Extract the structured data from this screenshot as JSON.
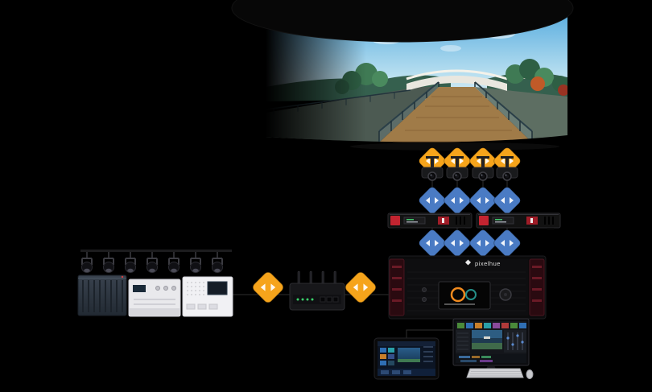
{
  "palette": {
    "background": "#000000",
    "fiber_link_orange": "#F6A41B",
    "network_link_blue": "#4A7BC4",
    "device_accent_red": "#C22430",
    "led_green": "#3AD06A",
    "sky_blue": "#5FB0E0",
    "boardwalk_tan": "#A07B48"
  },
  "screen": {
    "scene": "curved immersive projection screen showing a park canal with arched bridge"
  },
  "server": {
    "logo": "pixelhue"
  },
  "counts": {
    "projectors": 4,
    "fiber_links_to_projectors": 4,
    "network_links_upper": 4,
    "network_links_lower": 4,
    "fiber_transceivers": 2,
    "ceiling_fixtures": 7,
    "fiber_links_audio_chain": 2
  }
}
